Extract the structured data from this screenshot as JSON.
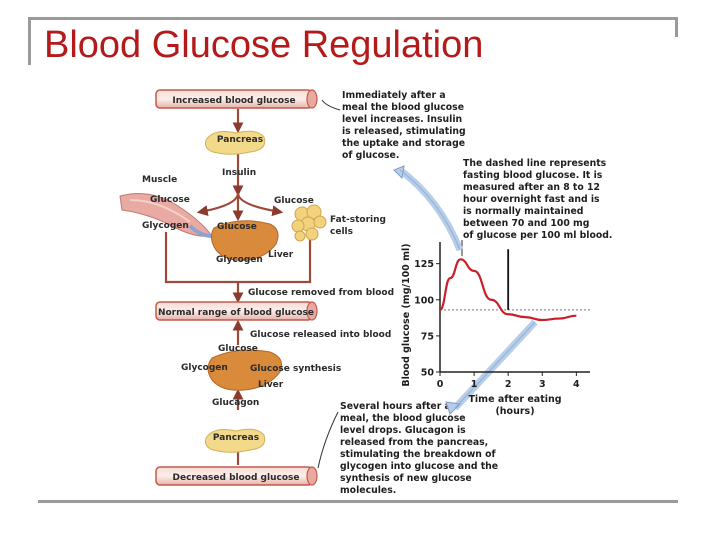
{
  "slide": {
    "title": "Blood Glucose Regulation"
  },
  "diagram": {
    "increased": "Increased blood glucose",
    "pancreas_top": "Pancreas",
    "insulin": "Insulin",
    "muscle": "Muscle",
    "glucose_muscle": "Glucose",
    "glycogen_muscle": "Glycogen",
    "glucose_liver_top": "Glucose",
    "glucose_fat": "Glucose",
    "fat_cells_1": "Fat-storing",
    "fat_cells_2": "cells",
    "glycogen_liver_top": "Glycogen",
    "liver_top": "Liver",
    "removed": "Glucose removed from blood",
    "normal": "Normal range of blood glucose",
    "released": "Glucose released into blood",
    "glucose_bottom": "Glucose",
    "glycogen_bottom": "Glycogen",
    "synthesis": "Glucose synthesis",
    "liver_bottom": "Liver",
    "glucagon": "Glucagon",
    "pancreas_bottom": "Pancreas",
    "decreased": "Decreased blood glucose"
  },
  "notes": {
    "top": [
      "Immediately after a",
      "meal the blood glucose",
      "level increases. Insulin",
      "is released, stimulating",
      "the uptake and storage",
      "of glucose."
    ],
    "dashed": [
      "The dashed line represents",
      "fasting blood glucose. It is",
      "measured after an 8 to 12",
      "hour overnight fast and is",
      "is normally maintained",
      "between 70 and 100 mg",
      "of glucose per 100 ml blood."
    ],
    "bottom": [
      "Several hours after a",
      "meal, the blood glucose",
      "level drops. Glucagon is",
      "released from the pancreas,",
      "stimulating the breakdown of",
      "glycogen into glucose and the",
      "synthesis of new glucose",
      "molecules."
    ]
  },
  "chart_data": {
    "type": "line",
    "title": "",
    "xlabel": "Time after eating",
    "xlabel_unit": "(hours)",
    "ylabel": "Blood glucose (mg/100 ml)",
    "x_ticks": [
      "0",
      "1",
      "2",
      "3",
      "4"
    ],
    "y_ticks": [
      "50",
      "75",
      "100",
      "125"
    ],
    "xlim": [
      0,
      4.4
    ],
    "ylim": [
      50,
      140
    ],
    "series": [
      {
        "x": [
          0,
          0.3,
          0.6,
          1.0,
          1.5,
          2.0,
          2.5,
          3.0,
          3.5,
          4.0
        ],
        "y": [
          93,
          115,
          128,
          120,
          100,
          90,
          88,
          86,
          87,
          89
        ],
        "color": "#c8202a"
      }
    ],
    "fasting_level": 93,
    "marker_x": 2.0
  }
}
